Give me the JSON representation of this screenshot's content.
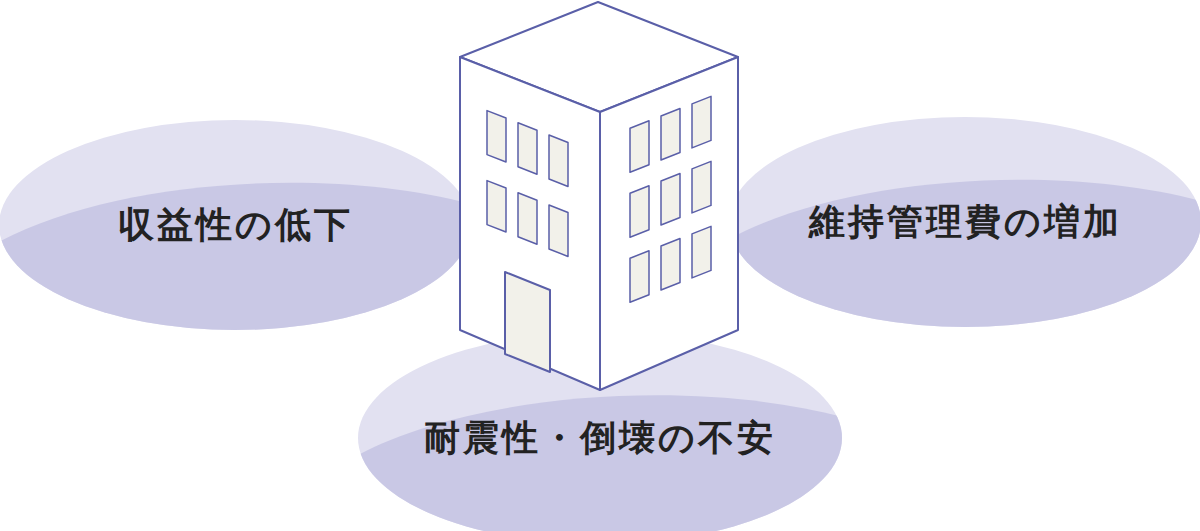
{
  "diagram": {
    "nodes": [
      {
        "text": [
          "収益性の低下"
        ]
      },
      {
        "text": [
          "維持管理費の増加"
        ]
      },
      {
        "text": [
          "耐震性・倒壊の不安"
        ]
      }
    ]
  }
}
